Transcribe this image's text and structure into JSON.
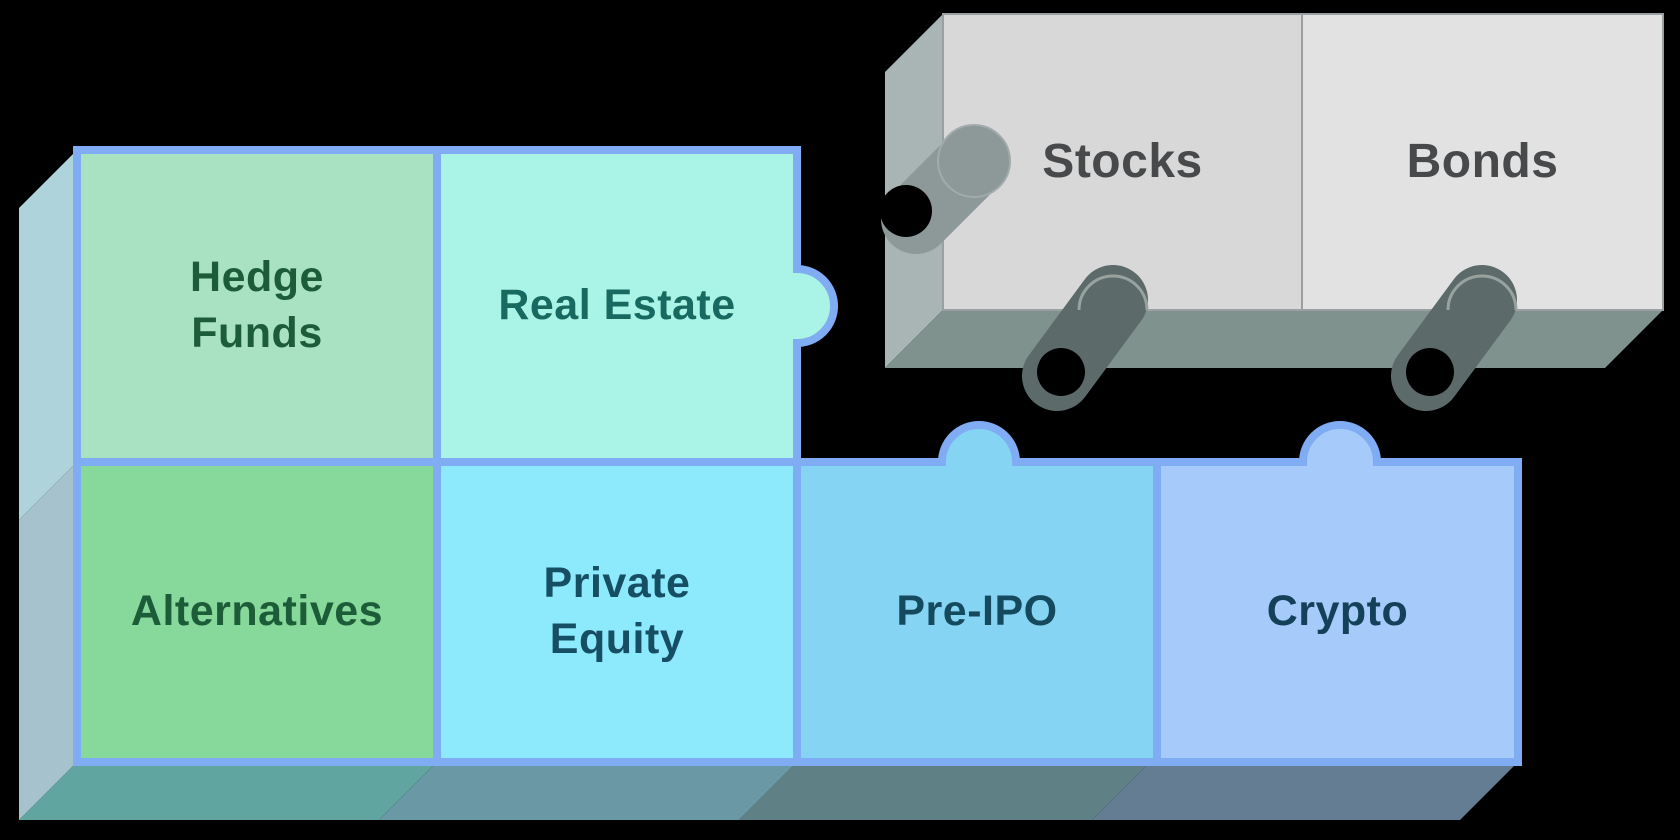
{
  "diagram": {
    "description_hint": "puzzle-piece diagram: alternatives pieces with tabs, traditional stocks/bonds block with sockets",
    "background_color": "#000000",
    "group_alternatives": {
      "border_color": "#80acf4",
      "pieces": [
        {
          "id": "hedge-funds",
          "label_lines": [
            "Hedge",
            "Funds"
          ],
          "fill": "#a9e2c2",
          "text_color": "#1d5c38"
        },
        {
          "id": "real-estate",
          "label_lines": [
            "Real Estate"
          ],
          "fill": "#a9f4e6",
          "text_color": "#186a60",
          "knob": "right"
        },
        {
          "id": "alternatives",
          "label_lines": [
            "Alternatives"
          ],
          "fill": "#86d99b",
          "text_color": "#1d5c38"
        },
        {
          "id": "private-equity",
          "label_lines": [
            "Private",
            "Equity"
          ],
          "fill": "#8de9fc",
          "text_color": "#164f63"
        },
        {
          "id": "pre-ipo",
          "label_lines": [
            "Pre-IPO"
          ],
          "fill": "#85d4f3",
          "text_color": "#154a5e",
          "knob": "top"
        },
        {
          "id": "crypto",
          "label_lines": [
            "Crypto"
          ],
          "fill": "#a6cbfa",
          "text_color": "#15405a",
          "knob": "top"
        }
      ],
      "side_face_top_color": "#aed3da",
      "side_face_bottom_color": "#a6c3cd",
      "bottom_face_colors": [
        "#61a5a1",
        "#6a98a4",
        "#5f8186",
        "#647d92"
      ]
    },
    "group_traditional": {
      "border_color": "#9aa0a2",
      "pieces": [
        {
          "id": "stocks",
          "label_lines": [
            "Stocks"
          ],
          "fill": "#d8d8d8",
          "text_color": "#47494b",
          "sockets": [
            "left",
            "bottom"
          ]
        },
        {
          "id": "bonds",
          "label_lines": [
            "Bonds"
          ],
          "fill": "#e2e2e2",
          "text_color": "#47494b",
          "sockets": [
            "bottom"
          ]
        }
      ],
      "side_face_color": "#a9b5b4",
      "bottom_face_color": "#80928e",
      "socket_wall_color_front": "#5c6b69",
      "socket_wall_color_side": "#8d9898",
      "socket_hole_color": "#000000"
    }
  }
}
